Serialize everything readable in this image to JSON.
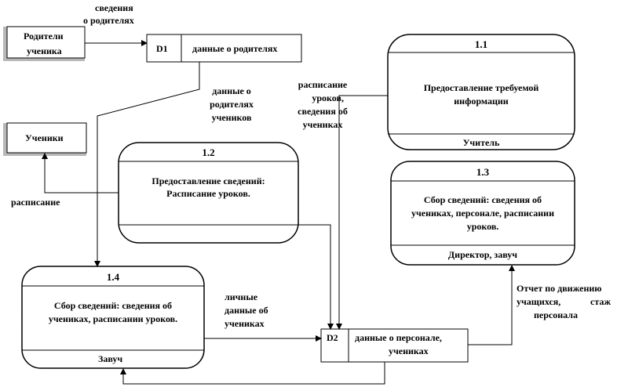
{
  "entities": {
    "parents": {
      "line1": "Родители",
      "line2": "ученика"
    },
    "students": {
      "label": "Ученики"
    }
  },
  "stores": {
    "d1": {
      "id": "D1",
      "name": "данные о родителях"
    },
    "d2": {
      "id": "D2",
      "line1": "данные о персонале,",
      "line2": "учениках"
    }
  },
  "processes": {
    "p1_1": {
      "number": "1.1",
      "line1": "Предоставление требуемой",
      "line2": "информации",
      "actor": "Учитель"
    },
    "p1_2": {
      "number": "1.2",
      "line1": "Предоставление сведений:",
      "line2": "Расписание уроков."
    },
    "p1_3": {
      "number": "1.3",
      "line1": "Сбор сведений: сведения об",
      "line2": "учениках, персонале, расписании",
      "line3": "уроков.",
      "actor": "Директор, завуч"
    },
    "p1_4": {
      "number": "1.4",
      "line1": "Сбор сведений: сведения об",
      "line2": "учениках,  расписании уроков.",
      "actor": "Завуч"
    }
  },
  "flows": {
    "parent_info": {
      "line1": "сведения",
      "line2": "о родителях"
    },
    "parent_data": {
      "line1": "данные о",
      "line2": "родителях",
      "line3": "учеников"
    },
    "schedule_students": {
      "line1": "расписание",
      "line2": "уроков,",
      "line3": "сведения об",
      "line4": "учениках"
    },
    "schedule": {
      "label": "расписание"
    },
    "personal": {
      "line1": "личные",
      "line2": "данные об",
      "line3": "учениках"
    },
    "report": {
      "line1": "Отчет по движению",
      "line2a": "учащихся,",
      "line2b": "стаж",
      "line3": "персонала"
    }
  }
}
